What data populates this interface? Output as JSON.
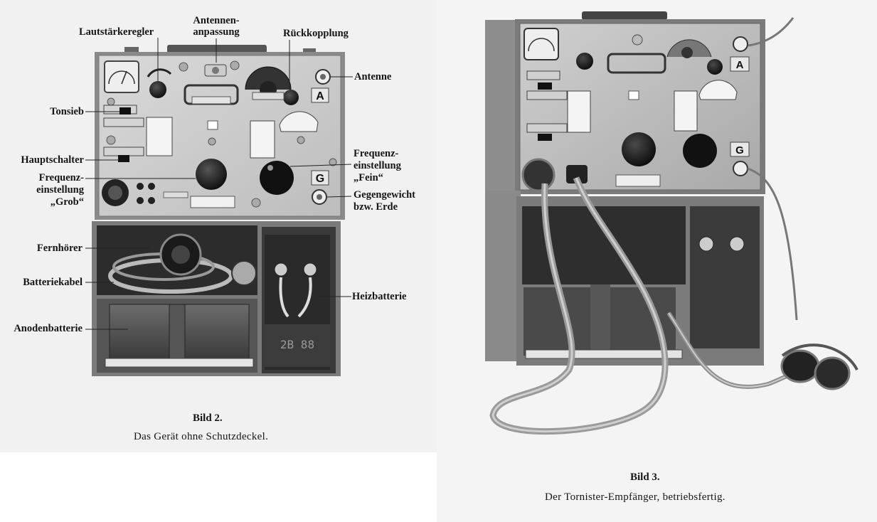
{
  "figure_left": {
    "labels": {
      "lautstaerkeregler": "Lautstärkeregler",
      "antennen_line1": "Antennen-",
      "antennen_line2": "anpassung",
      "rueckkopplung": "Rückkopplung",
      "antenne": "Antenne",
      "tonsieb": "Tonsieb",
      "hauptschalter": "Hauptschalter",
      "freq_grob_line1": "Frequenz-",
      "freq_grob_line2": "einstellung",
      "freq_grob_line3": "„Grob“",
      "freq_fein_line1": "Frequenz-",
      "freq_fein_line2": "einstellung",
      "freq_fein_line3": "„Fein“",
      "gegengewicht_line1": "Gegengewicht",
      "gegengewicht_line2": "bzw. Erde",
      "fernhoerer": "Fernhörer",
      "batteriekabel": "Batteriekabel",
      "heizbatterie": "Heizbatterie",
      "anodenbatterie": "Anodenbatterie"
    },
    "caption_title": "Bild 2.",
    "caption_sub": "Das Gerät ohne Schutzdeckel."
  },
  "figure_right": {
    "caption_title": "Bild 3.",
    "caption_sub": "Der Tornister-Empfänger, betriebsfertig."
  }
}
